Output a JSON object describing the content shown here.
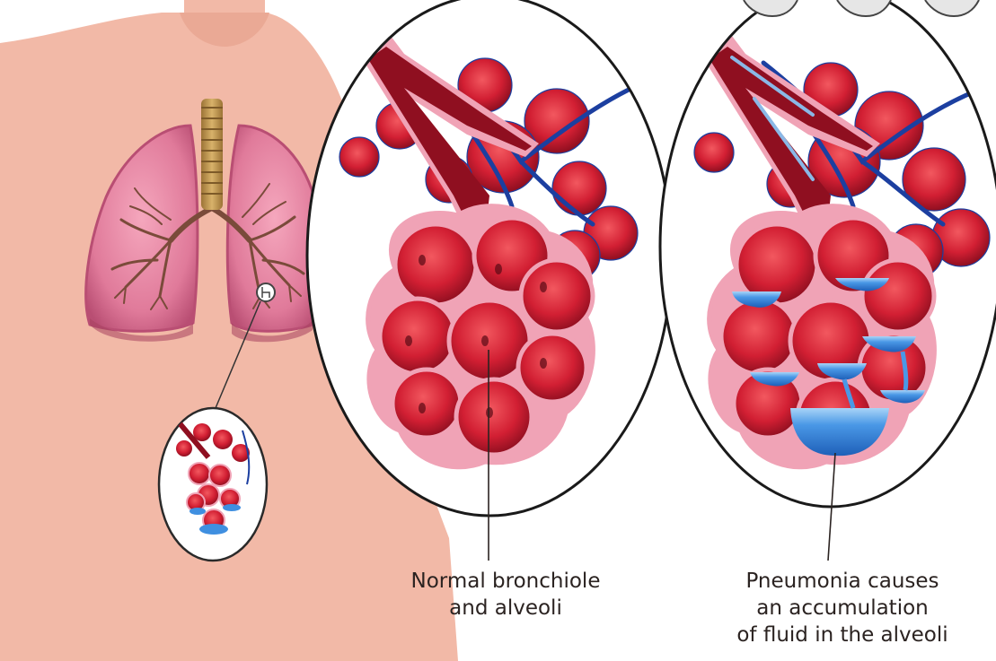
{
  "labels": {
    "normal": [
      "Normal bronchiole",
      "and alveoli"
    ],
    "pneumonia": [
      "Pneumonia causes",
      "an accumulation",
      "of fluid in the alveoli"
    ]
  },
  "colors": {
    "skin": "#f2b9a7",
    "lung": "#e07a9a",
    "lung_dark": "#b94e73",
    "alveolus": "#d02033",
    "alveolus_dark": "#8f0f20",
    "membrane": "#f0a3b6",
    "vein": "#1c3fa0",
    "fluid": "#3f8fe0",
    "fluid_light": "#a9d4f7",
    "trachea": "#c49a52",
    "text": "#2b2321"
  }
}
